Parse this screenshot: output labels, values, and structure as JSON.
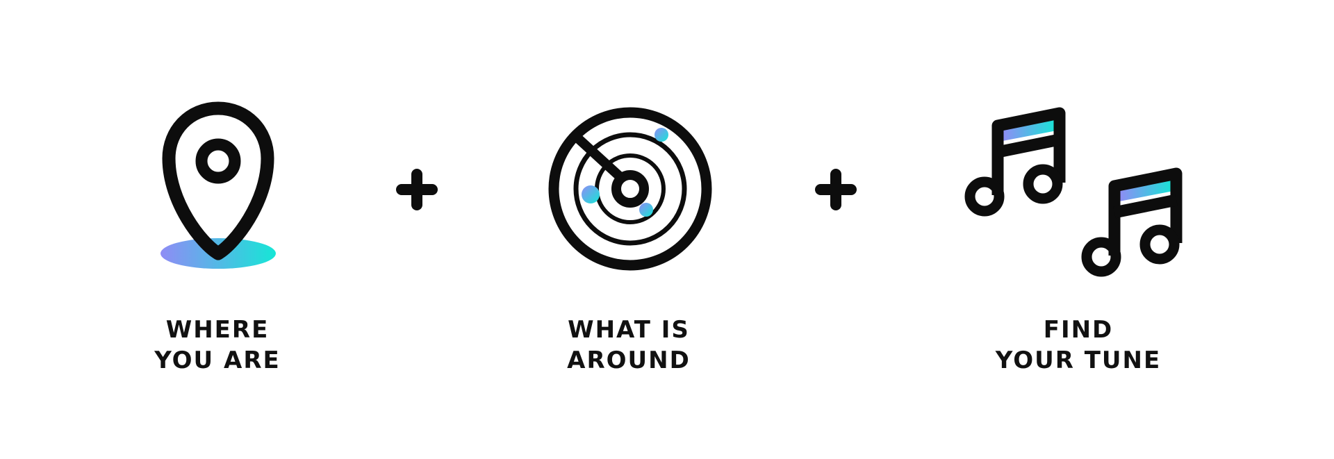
{
  "features": [
    {
      "icon": "map-pin-icon",
      "line1": "WHERE",
      "line2": "YOU ARE"
    },
    {
      "icon": "radar-icon",
      "line1": "WHAT IS",
      "line2": "AROUND"
    },
    {
      "icon": "music-notes-icon",
      "line1": "FIND",
      "line2": "YOUR TUNE"
    }
  ],
  "separators": [
    "plus-icon",
    "plus-icon"
  ],
  "colors": {
    "stroke": "#0d0d0d",
    "gradient_start": "#8f8cf5",
    "gradient_end": "#16e6d6"
  }
}
